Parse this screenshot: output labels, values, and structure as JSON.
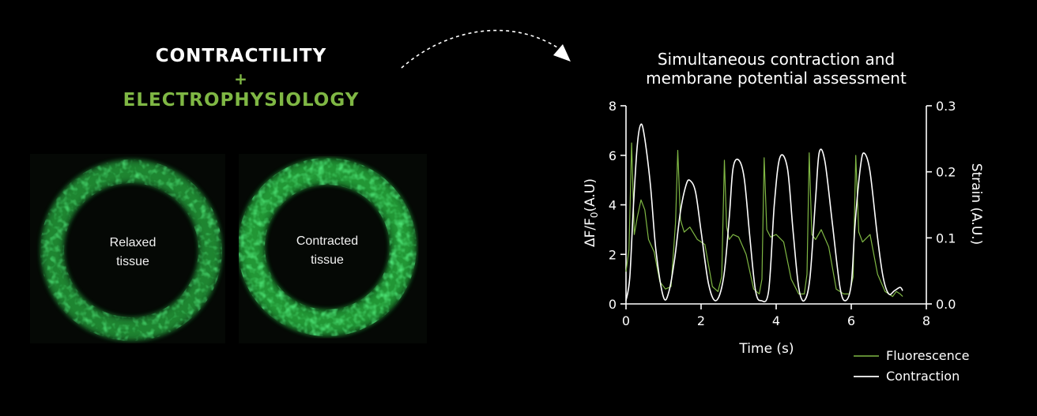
{
  "headline": {
    "line1": "CONTRACTILITY",
    "plus": "+",
    "line2": "ELECTROPHYSIOLOGY"
  },
  "images": [
    {
      "label_line1": "Relaxed",
      "label_line2": "tissue"
    },
    {
      "label_line1": "Contracted",
      "label_line2": "tissue"
    }
  ],
  "colors": {
    "accent_green": "#7fb744",
    "fluorescence": "#7fb744",
    "contraction": "#ffffff",
    "background": "#000000"
  },
  "chart_data": {
    "type": "line",
    "title_line1": "Simultaneous contraction and",
    "title_line2": "membrane potential assessment",
    "xlabel": "Time (s)",
    "ylabel_left": "ΔF/F",
    "ylabel_left_sub": "0",
    "ylabel_left_unit": "(A.U)",
    "ylabel_right": "Strain (A.U.)",
    "xlim": [
      0,
      8
    ],
    "ylim_left": [
      0,
      8
    ],
    "ylim_right": [
      0,
      0.3
    ],
    "xticks": [
      "0",
      "2",
      "4",
      "6",
      "8"
    ],
    "yticks_left": [
      "0",
      "2",
      "4",
      "6",
      "8"
    ],
    "yticks_right": [
      "0.0",
      "0.1",
      "0.2",
      "0.3"
    ],
    "grid": false,
    "legend_position": "bottom-right",
    "series": [
      {
        "name": "Fluorescence",
        "axis": "left",
        "x": [
          0,
          0.08,
          0.15,
          0.22,
          0.3,
          0.4,
          0.5,
          0.6,
          0.75,
          0.9,
          1.05,
          1.2,
          1.32,
          1.38,
          1.45,
          1.55,
          1.7,
          1.9,
          2.1,
          2.3,
          2.45,
          2.55,
          2.62,
          2.68,
          2.75,
          2.85,
          3.0,
          3.2,
          3.4,
          3.55,
          3.62,
          3.68,
          3.75,
          3.85,
          4.0,
          4.2,
          4.4,
          4.6,
          4.75,
          4.82,
          4.88,
          4.95,
          5.05,
          5.2,
          5.4,
          5.6,
          5.8,
          5.95,
          6.05,
          6.12,
          6.2,
          6.3,
          6.5,
          6.7,
          6.9,
          7.1,
          7.2,
          7.3,
          7.37
        ],
        "y": [
          1.3,
          2.2,
          6.5,
          2.8,
          3.5,
          4.2,
          3.8,
          2.6,
          2.1,
          0.9,
          0.6,
          0.7,
          3.3,
          6.2,
          3.4,
          2.9,
          3.1,
          2.6,
          2.4,
          0.7,
          0.5,
          1.1,
          5.8,
          3.1,
          2.6,
          2.8,
          2.7,
          2.0,
          0.6,
          0.4,
          1.0,
          5.9,
          3.0,
          2.7,
          2.8,
          2.5,
          1.0,
          0.4,
          0.4,
          1.2,
          6.1,
          2.8,
          2.6,
          3.0,
          2.3,
          0.6,
          0.4,
          0.4,
          1.1,
          6.0,
          2.9,
          2.5,
          2.8,
          1.2,
          0.5,
          0.3,
          0.5,
          0.4,
          0.3
        ]
      },
      {
        "name": "Contraction",
        "axis": "right",
        "x": [
          0,
          0.1,
          0.2,
          0.3,
          0.4,
          0.5,
          0.65,
          0.8,
          1.0,
          1.15,
          1.3,
          1.45,
          1.6,
          1.7,
          1.85,
          2.0,
          2.2,
          2.4,
          2.6,
          2.75,
          2.85,
          3.0,
          3.15,
          3.3,
          3.45,
          3.6,
          3.8,
          3.95,
          4.1,
          4.3,
          4.45,
          4.6,
          4.75,
          4.9,
          5.05,
          5.15,
          5.3,
          5.5,
          5.7,
          5.85,
          6.0,
          6.1,
          6.25,
          6.35,
          6.5,
          6.7,
          6.85,
          7.0,
          7.15,
          7.3,
          7.37
        ],
        "y": [
          0.005,
          0.04,
          0.15,
          0.24,
          0.272,
          0.25,
          0.18,
          0.08,
          0.01,
          0.02,
          0.07,
          0.14,
          0.18,
          0.187,
          0.17,
          0.11,
          0.03,
          0.005,
          0.04,
          0.13,
          0.205,
          0.218,
          0.19,
          0.1,
          0.02,
          0.005,
          0.02,
          0.15,
          0.222,
          0.205,
          0.11,
          0.025,
          0.005,
          0.04,
          0.16,
          0.23,
          0.215,
          0.12,
          0.025,
          0.005,
          0.03,
          0.12,
          0.21,
          0.228,
          0.2,
          0.1,
          0.04,
          0.015,
          0.02,
          0.025,
          0.02
        ]
      }
    ]
  }
}
